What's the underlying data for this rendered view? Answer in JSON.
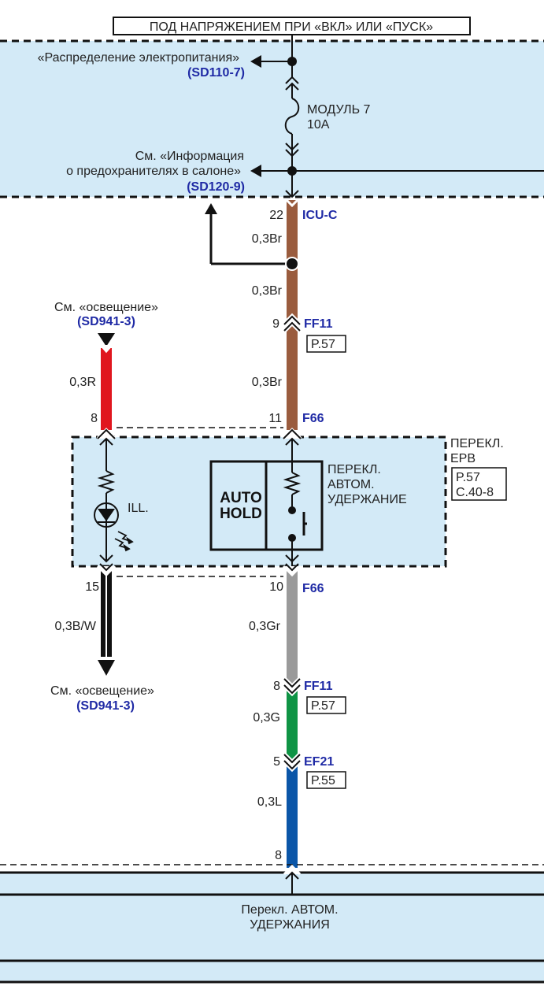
{
  "header": {
    "power_label": "ПОД НАПРЯЖЕНИЕМ ПРИ «ВКЛ» ИЛИ «ПУСК»"
  },
  "fuse_box": {
    "ref1_text": "«Распределение электропитания»",
    "ref1_code": "(SD110-7)",
    "fuse_name": "МОДУЛЬ 7",
    "fuse_rating": "10A",
    "ref2_line1": "См. «Информация",
    "ref2_line2": "о предохранителях в салоне»",
    "ref2_code": "(SD120-9)"
  },
  "main_wire": {
    "segments": [
      {
        "pin": "22",
        "connector": "ICU-C",
        "gauge": "0,3Br",
        "color": "#9a5c3e"
      },
      {
        "gauge": "0,3Br",
        "color": "#9a5c3e"
      },
      {
        "pin": "9",
        "connector": "FF11",
        "page": "P.57",
        "gauge": "0,3Br",
        "color": "#9a5c3e"
      },
      {
        "pin": "11",
        "connector": "F66"
      },
      {
        "pin": "10",
        "connector": "F66",
        "gauge": "0,3Gr",
        "color": "#9a9a9a"
      },
      {
        "pin": "8",
        "connector": "FF11",
        "page": "P.57",
        "gauge": "0,3G",
        "color": "#0f9445"
      },
      {
        "pin": "5",
        "connector": "EF21",
        "page": "P.55",
        "gauge": "0,3L",
        "color": "#0b56a8"
      },
      {
        "pin": "8"
      }
    ]
  },
  "left_wire": {
    "top_ref_text": "См. «освещение»",
    "top_ref_code": "(SD941-3)",
    "top_gauge": "0,3R",
    "top_color": "#e0161e",
    "top_pin": "8",
    "bottom_pin": "15",
    "bottom_gauge": "0,3B/W",
    "bottom_ref_text": "См. «освещение»",
    "bottom_ref_code": "(SD941-3)"
  },
  "switch_module": {
    "name_line1": "ПЕРЕКЛ.",
    "name_line2": "EPB",
    "page_line1": "P.57",
    "page_line2": "C.40-8",
    "illum_label": "ILL.",
    "button_line1": "AUTO",
    "button_line2": "HOLD",
    "switch_line1": "ПЕРЕКЛ.",
    "switch_line2": "АВТОМ.",
    "switch_line3": "УДЕРЖАНИЕ"
  },
  "bottom_module": {
    "line1": "Перекл. АВТОМ.",
    "line2": "УДЕРЖАНИЯ"
  },
  "colors": {
    "panel_fill": "#d3eaf7",
    "ref_blue": "#1f2aa5"
  }
}
